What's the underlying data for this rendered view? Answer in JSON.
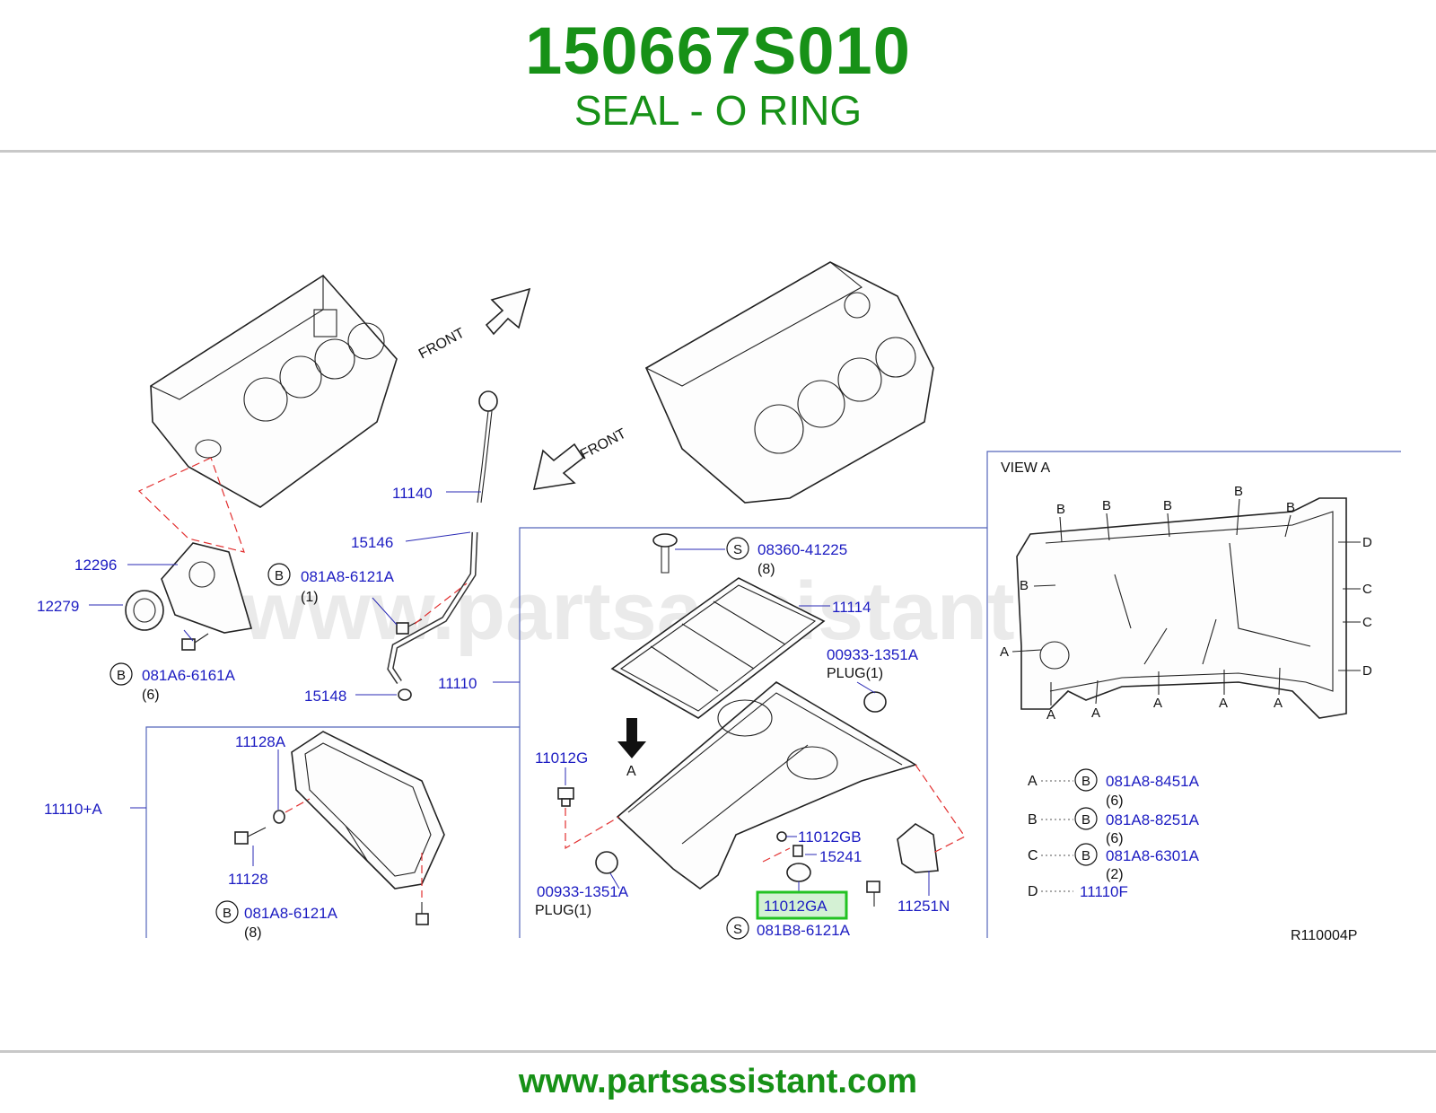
{
  "header": {
    "part_number": "150667S010",
    "description": "SEAL - O RING"
  },
  "footer": {
    "url": "www.partsassistant.com"
  },
  "watermark": "www.partsassistant.com",
  "diagram": {
    "directions": {
      "front_upper": "FRONT",
      "front_lower": "FRONT"
    },
    "arrow_label": "A",
    "view_title": "VIEW   A",
    "drawing_code": "R110004P",
    "callouts": {
      "p12296": "12296",
      "p12279": "12279",
      "p11140": "11140",
      "p15146": "15146",
      "p15148": "15148",
      "p11110": "11110",
      "p11110A": "11110+A",
      "p11128A": "11128A",
      "p11128": "11128",
      "p08360": "08360-41225",
      "q8a": "(8)",
      "p11114": "11114",
      "p00933a": "00933-1351A",
      "plug1a": "PLUG(1)",
      "p11012G": "11012G",
      "p11012GB": "11012GB",
      "p15241": "15241",
      "p00933b": "00933-1351A",
      "plug1b": "PLUG(1)",
      "p11012GA": "11012GA",
      "p081B8": "081B8-6121A",
      "p11251N": "11251N",
      "p081A8_1": "081A8-6121A",
      "q1": "(1)",
      "p081A6": "081A6-6161A",
      "q6a": "(6)",
      "p081A8_8": "081A8-6121A",
      "q8b": "(8)"
    },
    "symbols": {
      "b": "B",
      "s": "S",
      "a": "A",
      "c": "C",
      "d": "D"
    },
    "legend": [
      {
        "key": "A",
        "sym": "B",
        "part": "081A8-8451A",
        "qty": "(6)"
      },
      {
        "key": "B",
        "sym": "B",
        "part": "081A8-8251A",
        "qty": "(6)"
      },
      {
        "key": "C",
        "sym": "B",
        "part": "081A8-6301A",
        "qty": "(2)"
      },
      {
        "key": "D",
        "sym": "",
        "part": "11110F",
        "qty": ""
      }
    ]
  },
  "colors": {
    "brand_green": "#179117",
    "callout_blue": "#1c1cc2",
    "highlight_green": "#22c222",
    "highlight_fill": "#d4f1d4",
    "dashed_red": "#e23030"
  }
}
